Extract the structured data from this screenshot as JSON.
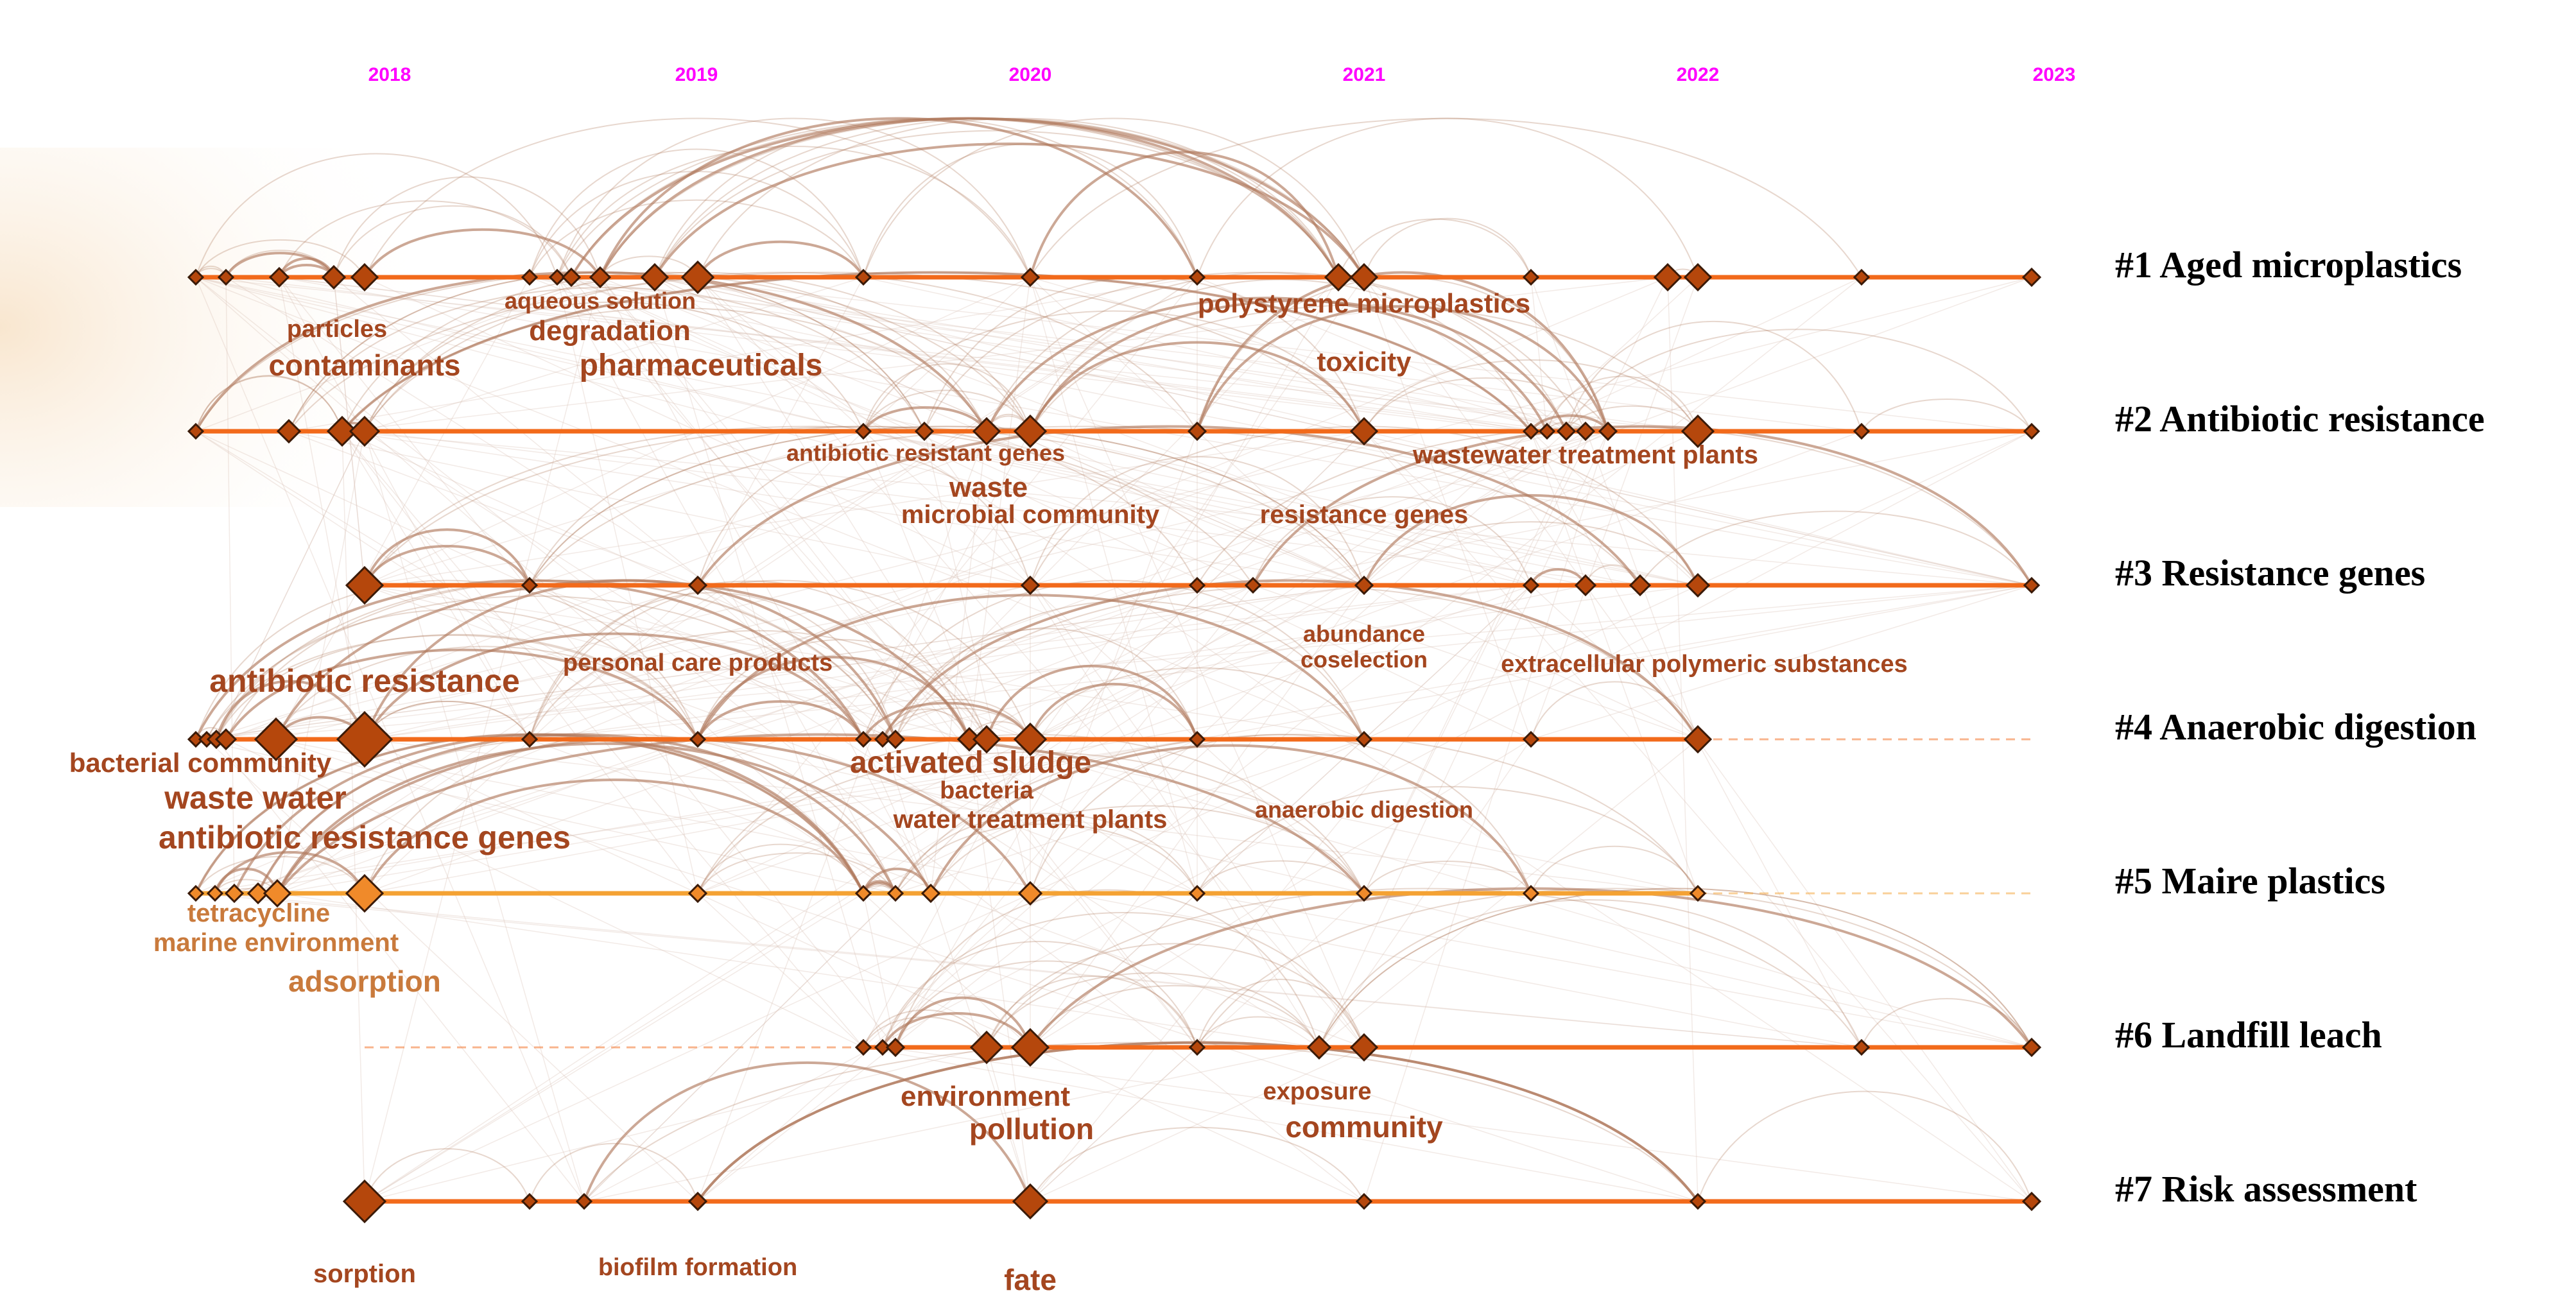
{
  "colors": {
    "year_label": "#ff00ff",
    "line": "#f26a1b",
    "line_light": "#f4a233",
    "node_fill": "#b5470c",
    "node_fill_light": "#f08a2a",
    "node_stroke": "#3a1a08",
    "keyword_text": "#a4461f",
    "keyword_text_light": "#c97a3c",
    "arc": "#b07a5e",
    "cluster_text": "#000000"
  },
  "years": [
    "2018",
    "2019",
    "2020",
    "2021",
    "2022",
    "2023"
  ],
  "clusters": [
    {
      "id": "#1",
      "label": "#1 Aged microplastics"
    },
    {
      "id": "#2",
      "label": "#2 Antibiotic resistance"
    },
    {
      "id": "#3",
      "label": "#3 Resistance genes"
    },
    {
      "id": "#4",
      "label": "#4 Anaerobic digestion"
    },
    {
      "id": "#5",
      "label": "#5 Maire plastics"
    },
    {
      "id": "#6",
      "label": "#6 Landfill leach"
    },
    {
      "id": "#7",
      "label": "#7 Risk assessment"
    }
  ],
  "keywords": [
    {
      "text": "particles"
    },
    {
      "text": "contaminants"
    },
    {
      "text": "aqueous solution"
    },
    {
      "text": "degradation"
    },
    {
      "text": "pharmaceuticals"
    },
    {
      "text": "polystyrene microplastics"
    },
    {
      "text": "toxicity"
    },
    {
      "text": "antibiotic resistant genes"
    },
    {
      "text": "waste"
    },
    {
      "text": "microbial community"
    },
    {
      "text": "wastewater treatment plants"
    },
    {
      "text": "resistance genes"
    },
    {
      "text": "abundance"
    },
    {
      "text": "coselection"
    },
    {
      "text": "extracellular polymeric substances"
    },
    {
      "text": "antibiotic resistance"
    },
    {
      "text": "personal care products"
    },
    {
      "text": "bacterial community"
    },
    {
      "text": "waste water"
    },
    {
      "text": "antibiotic resistance genes"
    },
    {
      "text": "activated sludge"
    },
    {
      "text": "bacteria"
    },
    {
      "text": "water treatment plants"
    },
    {
      "text": "anaerobic digestion"
    },
    {
      "text": "tetracycline"
    },
    {
      "text": "marine environment"
    },
    {
      "text": "adsorption"
    },
    {
      "text": "environment"
    },
    {
      "text": "pollution"
    },
    {
      "text": "exposure"
    },
    {
      "text": "community"
    },
    {
      "text": "sorption"
    },
    {
      "text": "biofilm formation"
    },
    {
      "text": "fate"
    }
  ]
}
